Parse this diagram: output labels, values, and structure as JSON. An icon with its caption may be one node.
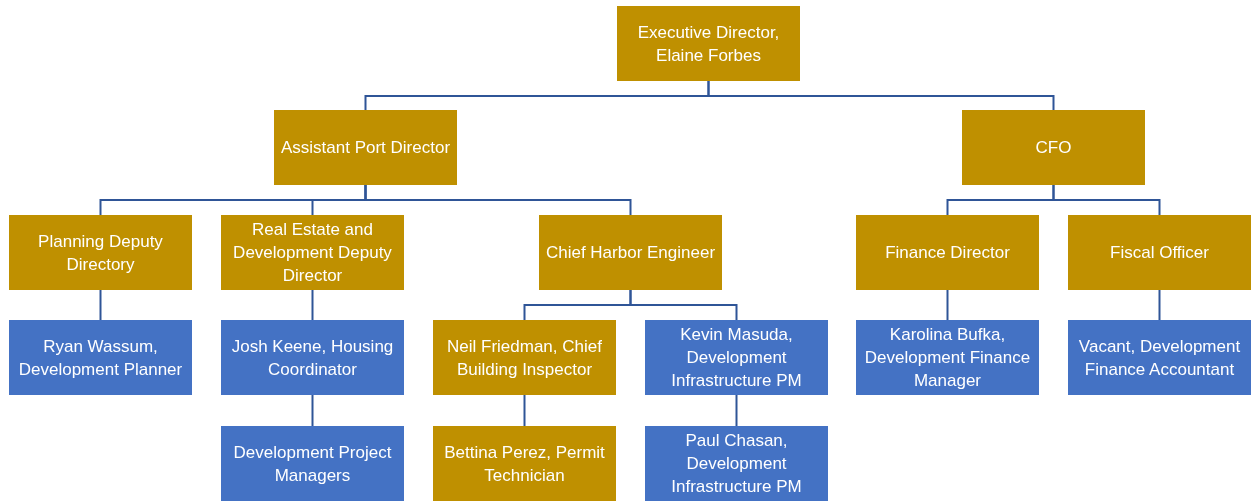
{
  "diagram": {
    "nodes": [
      {
        "text": [
          "Executive Director, Elaine Forbes"
        ]
      },
      {
        "text": [
          "Assistant Port Director"
        ]
      },
      {
        "text": [
          "CFO"
        ]
      },
      {
        "text": [
          "Planning Deputy Directory"
        ]
      },
      {
        "text": [
          "Real Estate and Development Deputy Director"
        ]
      },
      {
        "text": [
          "Chief Harbor Engineer"
        ]
      },
      {
        "text": [
          "Finance Director"
        ]
      },
      {
        "text": [
          "Fiscal Officer"
        ]
      },
      {
        "text": [
          "Ryan Wassum, Development Planner"
        ]
      },
      {
        "text": [
          "Josh Keene, Housing Coordinator"
        ]
      },
      {
        "text": [
          "Neil Friedman, Chief Building Inspector"
        ]
      },
      {
        "text": [
          "Kevin Masuda, Development Infrastructure PM"
        ]
      },
      {
        "text": [
          "Karolina Bufka, Development Finance Manager"
        ]
      },
      {
        "text": [
          "Vacant, Development Finance Accountant"
        ]
      },
      {
        "text": [
          "Development Project Managers"
        ]
      },
      {
        "text": [
          "Bettina Perez, Permit Technician"
        ]
      },
      {
        "text": [
          "Paul Chasan, Development Infrastructure PM"
        ]
      }
    ],
    "edges": [
      {
        "from": 0,
        "to": 1,
        "arrow": "none"
      },
      {
        "from": 0,
        "to": 2,
        "arrow": "none"
      },
      {
        "from": 1,
        "to": 3,
        "arrow": "none"
      },
      {
        "from": 1,
        "to": 4,
        "arrow": "none"
      },
      {
        "from": 1,
        "to": 5,
        "arrow": "none"
      },
      {
        "from": 2,
        "to": 6,
        "arrow": "none"
      },
      {
        "from": 2,
        "to": 7,
        "arrow": "none"
      },
      {
        "from": 3,
        "to": 8,
        "arrow": "none"
      },
      {
        "from": 4,
        "to": 9,
        "arrow": "none"
      },
      {
        "from": 5,
        "to": 10,
        "arrow": "none"
      },
      {
        "from": 5,
        "to": 11,
        "arrow": "none"
      },
      {
        "from": 6,
        "to": 12,
        "arrow": "none"
      },
      {
        "from": 7,
        "to": 13,
        "arrow": "none"
      },
      {
        "from": 9,
        "to": 14,
        "arrow": "none"
      },
      {
        "from": 10,
        "to": 15,
        "arrow": "none"
      },
      {
        "from": 11,
        "to": 16,
        "arrow": "none"
      }
    ]
  }
}
